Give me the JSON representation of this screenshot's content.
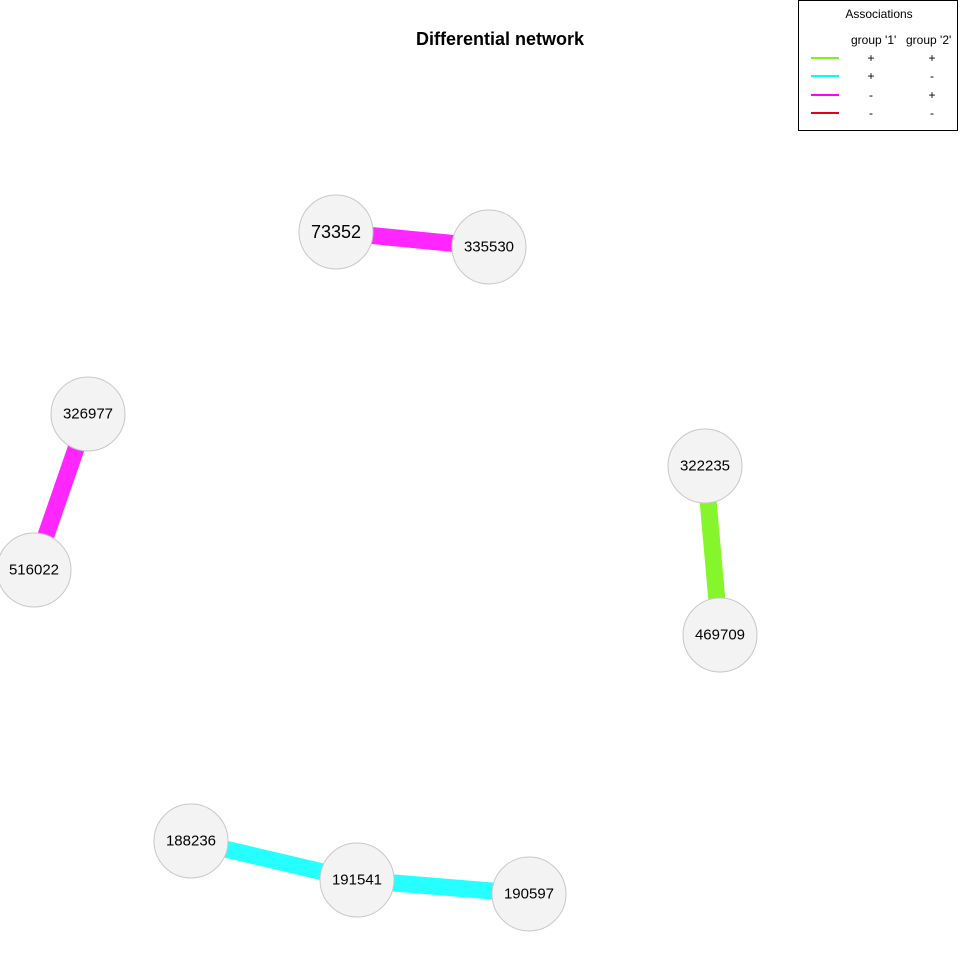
{
  "title": "Differential network",
  "legend": {
    "title": "Associations",
    "col1": "group '1'",
    "col2": "group '2'",
    "rows": [
      {
        "color": "#7CF51A",
        "g1": "+",
        "g2": "+"
      },
      {
        "color": "#00FFFF",
        "g1": "+",
        "g2": "-"
      },
      {
        "color": "#FF00FF",
        "g1": "-",
        "g2": "+"
      },
      {
        "color": "#E3001B",
        "g1": "-",
        "g2": "-"
      }
    ]
  },
  "colors": {
    "pos_pos": "#7CF51A",
    "pos_neg": "#13FFFF",
    "neg_pos": "#FF14FF",
    "node_fill": "#F3F3F3",
    "node_border": "#C8C8C8"
  },
  "nodes": [
    {
      "id": "73352",
      "label": "73352"
    },
    {
      "id": "335530",
      "label": "335530"
    },
    {
      "id": "326977",
      "label": "326977"
    },
    {
      "id": "516022",
      "label": "516022"
    },
    {
      "id": "322235",
      "label": "322235"
    },
    {
      "id": "469709",
      "label": "469709"
    },
    {
      "id": "188236",
      "label": "188236"
    },
    {
      "id": "191541",
      "label": "191541"
    },
    {
      "id": "190597",
      "label": "190597"
    }
  ],
  "edges": [
    {
      "from": "73352",
      "to": "335530",
      "association": "neg_pos"
    },
    {
      "from": "326977",
      "to": "516022",
      "association": "neg_pos"
    },
    {
      "from": "322235",
      "to": "469709",
      "association": "pos_pos"
    },
    {
      "from": "188236",
      "to": "191541",
      "association": "pos_neg"
    },
    {
      "from": "191541",
      "to": "190597",
      "association": "pos_neg"
    }
  ]
}
